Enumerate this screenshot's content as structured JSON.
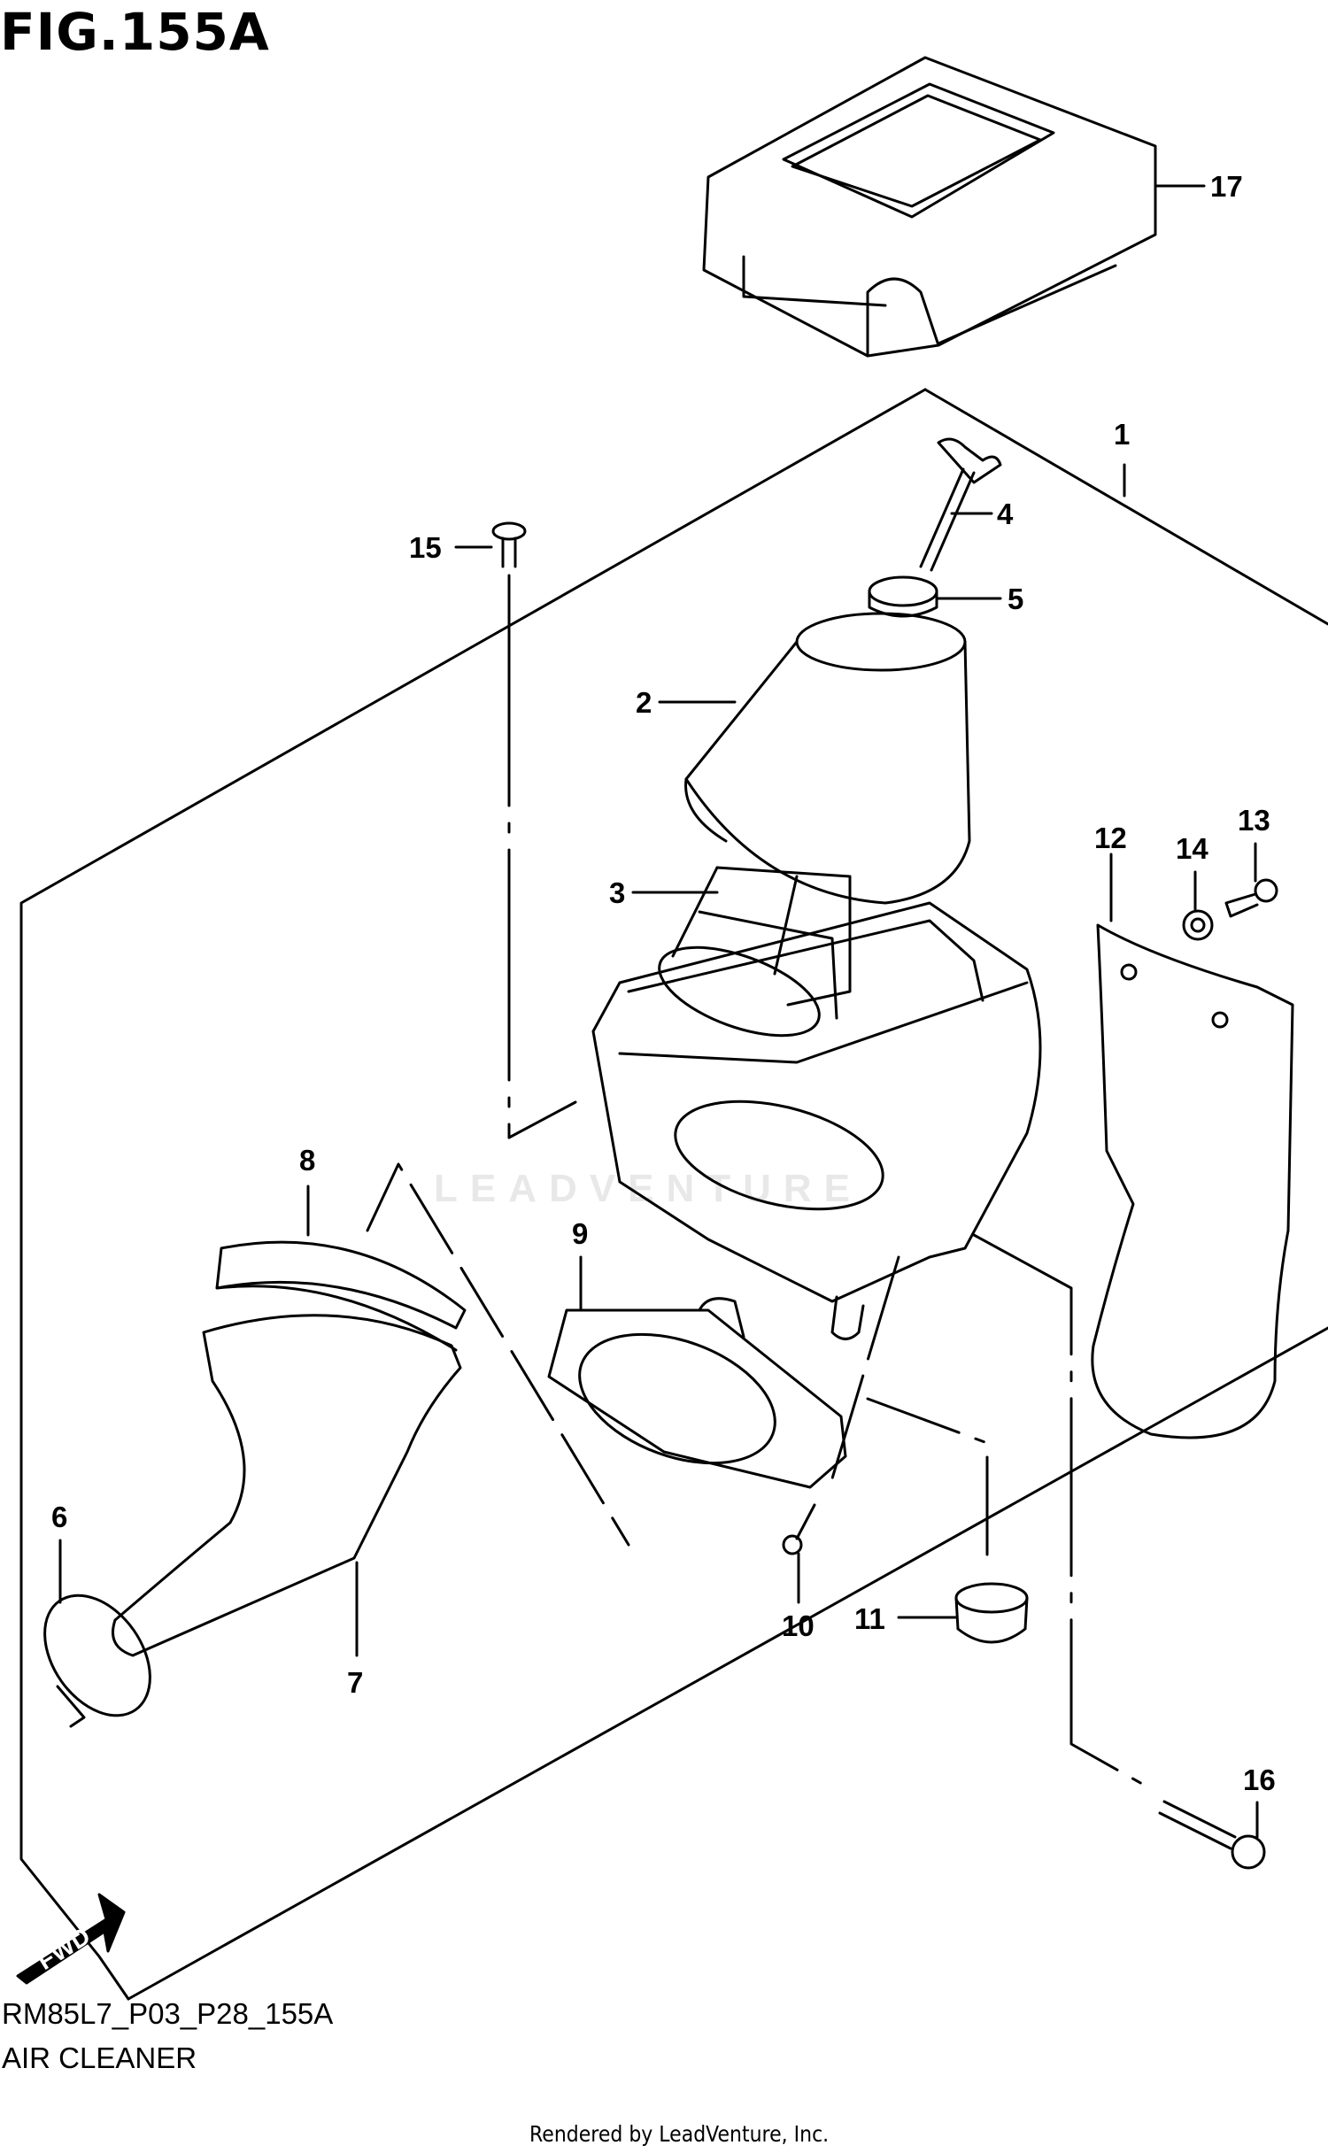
{
  "figure": {
    "title": "FIG.155A",
    "code": "RM85L7_P03_P28_155A",
    "section": "AIR CLEANER",
    "credit": "Rendered by LeadVenture, Inc.",
    "watermark": "LEADVENTURE",
    "direction_badge": "FWD"
  },
  "parts": [
    {
      "ref": "1"
    },
    {
      "ref": "2"
    },
    {
      "ref": "3"
    },
    {
      "ref": "4"
    },
    {
      "ref": "5"
    },
    {
      "ref": "6"
    },
    {
      "ref": "7"
    },
    {
      "ref": "8"
    },
    {
      "ref": "9"
    },
    {
      "ref": "10"
    },
    {
      "ref": "11"
    },
    {
      "ref": "12"
    },
    {
      "ref": "13"
    },
    {
      "ref": "14"
    },
    {
      "ref": "15"
    },
    {
      "ref": "16"
    },
    {
      "ref": "17"
    }
  ]
}
